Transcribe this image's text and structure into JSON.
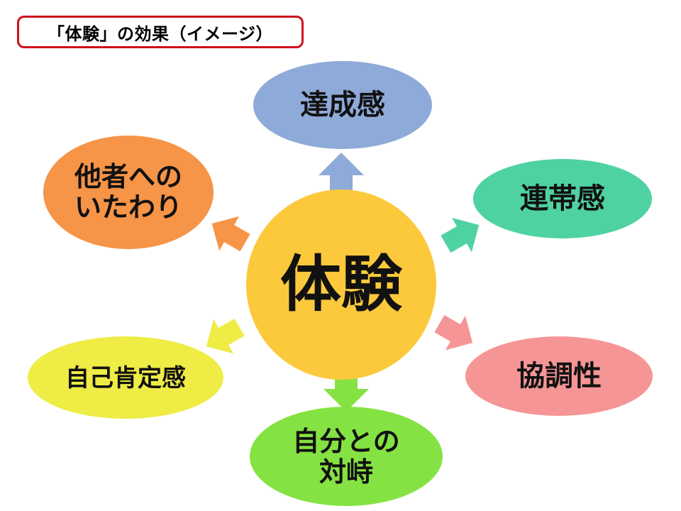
{
  "title": "「体験」の効果（イメージ）",
  "center": {
    "label": "体験",
    "color": "#fdc93c"
  },
  "nodes": [
    {
      "id": "achievement",
      "lines": [
        "達成感"
      ],
      "color": "#8eaad8"
    },
    {
      "id": "solidarity",
      "lines": [
        "連帯感"
      ],
      "color": "#4fd2a2"
    },
    {
      "id": "cooperation",
      "lines": [
        "協調性"
      ],
      "color": "#f59595"
    },
    {
      "id": "self-confrontation",
      "lines": [
        "自分との",
        "対峙"
      ],
      "color": "#85e243"
    },
    {
      "id": "self-affirmation",
      "lines": [
        "自己肯定感"
      ],
      "color": "#eeec45"
    },
    {
      "id": "consideration",
      "lines": [
        "他者への",
        "いたわり"
      ],
      "color": "#f69447"
    }
  ]
}
